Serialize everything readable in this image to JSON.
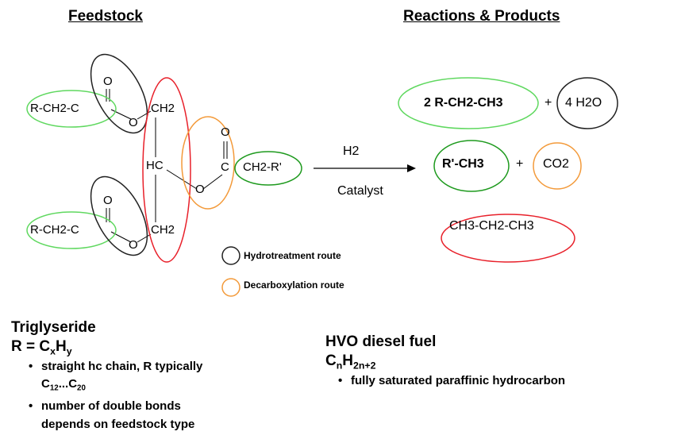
{
  "headers": {
    "feedstock": "Feedstock",
    "reactions": "Reactions & Products"
  },
  "molecule": {
    "top_r": "R-CH2-C",
    "top_o_double": "O",
    "top_o_single": "O",
    "top_ch2": "CH2",
    "mid_hc": "HC",
    "mid_o_double": "O",
    "mid_c": "C",
    "mid_ch2r": "CH2-R'",
    "mid_o_single": "O",
    "bot_r": "R-CH2-C",
    "bot_o_double": "O",
    "bot_o_single": "O",
    "bot_ch2": "CH2"
  },
  "reaction": {
    "above_arrow": "H2",
    "below_arrow": "Catalyst"
  },
  "products": {
    "p1": "2 R-CH2-CH3",
    "plus1": "+",
    "p2": "4 H2O",
    "p3": "R'-CH3",
    "plus2": "+",
    "p4": "CO2",
    "p5": "CH3-CH2-CH3"
  },
  "legend": {
    "hydro": "Hydrotreatment route",
    "decarb": "Decarboxylation route"
  },
  "triglyceride": {
    "title": "Triglyseride",
    "formula_r": "R = C",
    "formula_x": "x",
    "formula_h": "H",
    "formula_y": "y",
    "bullet1_a": "straight hc chain, R typically",
    "bullet1_c1": "C",
    "bullet1_s1": "12",
    "bullet1_mid": "...C",
    "bullet1_s2": "20",
    "bullet2_a": "number of double bonds",
    "bullet2_b": "depends on feedstock type",
    "bullet_symbol": "•"
  },
  "hvo": {
    "title": "HVO diesel fuel",
    "c": "C",
    "n": "n",
    "h": "H",
    "sub2": "2n+2",
    "bullet": "fully saturated paraffinic hydrocarbon",
    "bullet_symbol": "•"
  },
  "colors": {
    "green": "#5fd85f",
    "dark_green": "#1e9a1e",
    "red": "#e8202a",
    "orange": "#f39a3a",
    "black": "#222222"
  }
}
